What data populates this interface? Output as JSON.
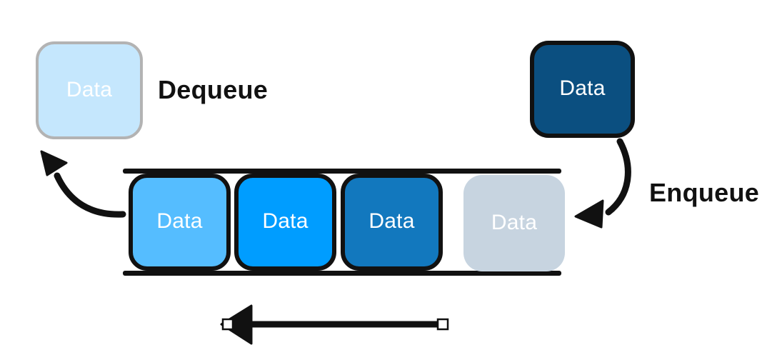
{
  "diagram": {
    "title_text": "",
    "colors": {
      "background": "#ffffff",
      "outline": "#111111",
      "ghost_outline": "#b3b3b3",
      "box_pending_out": "#c5e7fd",
      "box_slot_1": "#55bdff",
      "box_slot_2": "#009dff",
      "box_slot_3": "#1278be",
      "box_slot_4_empty": "#c7d4e0",
      "box_incoming": "#0b4f80",
      "label_text": "#111111",
      "box_text": "#ffffff"
    },
    "labels": {
      "dequeue": "Dequeue",
      "enqueue": "Enqueue"
    },
    "boxes": [
      {
        "id": "pending-out",
        "label": "Data",
        "state": "dequeued",
        "fill": "#c5e7fd",
        "outline": "ghost"
      },
      {
        "id": "slot-1",
        "label": "Data",
        "state": "front",
        "fill": "#55bdff",
        "outline": "solid"
      },
      {
        "id": "slot-2",
        "label": "Data",
        "state": "middle",
        "fill": "#009dff",
        "outline": "solid"
      },
      {
        "id": "slot-3",
        "label": "Data",
        "state": "rear",
        "fill": "#1278be",
        "outline": "solid"
      },
      {
        "id": "slot-4",
        "label": "Data",
        "state": "empty-slot",
        "fill": "#c7d4e0",
        "outline": "none"
      },
      {
        "id": "incoming",
        "label": "Data",
        "state": "incoming",
        "fill": "#0b4f80",
        "outline": "solid"
      }
    ],
    "arrows": [
      {
        "id": "dequeue-arrow",
        "direction": "up-left",
        "from": "queue-front",
        "to": "pending-out"
      },
      {
        "id": "enqueue-arrow",
        "direction": "down-left",
        "from": "incoming",
        "to": "queue-rear-slot"
      },
      {
        "id": "flow-arrow",
        "direction": "left",
        "meaning": "queue-flow"
      }
    ]
  }
}
